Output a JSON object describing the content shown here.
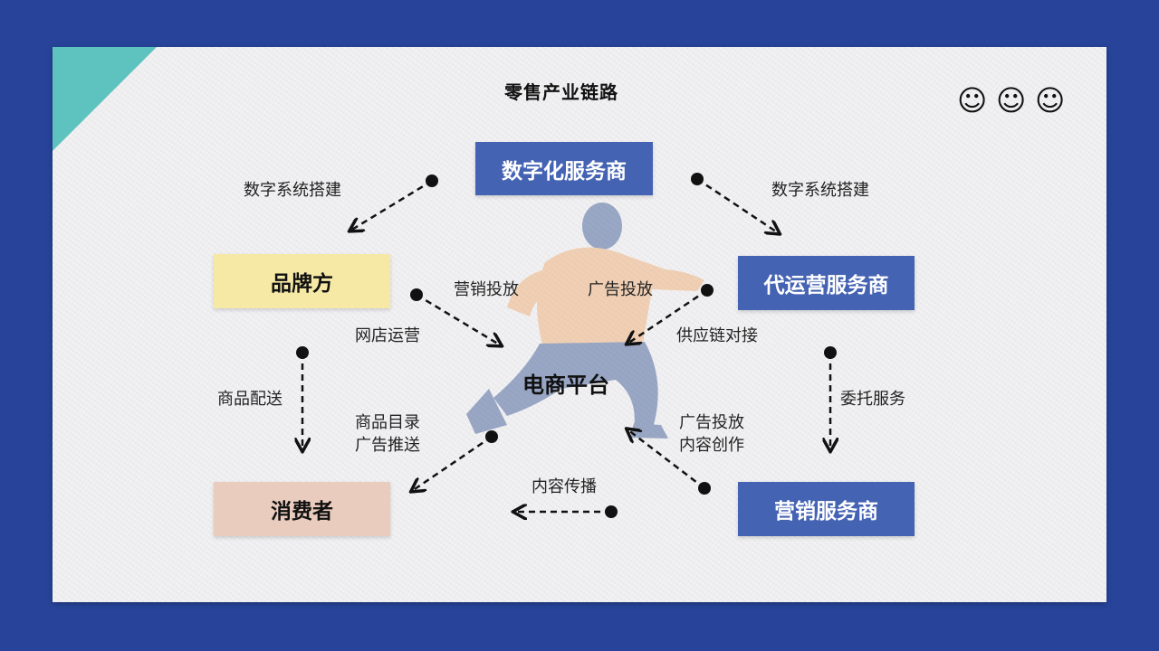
{
  "title": "零售产业链路",
  "decorations": {
    "smiley_icon": "☺",
    "count": 3
  },
  "colors": {
    "background": "#27449a",
    "accent": "#5ec3bf",
    "box_blue": "#4563b3",
    "box_yellow": "#f6e9a6",
    "box_pink": "#e9ccbe"
  },
  "nodes": {
    "digital_provider": "数字化服务商",
    "brand": "品牌方",
    "operation_provider": "代运营服务商",
    "platform": "电商平台",
    "consumer": "消费者",
    "marketing_provider": "营销服务商"
  },
  "edge_labels": {
    "digital_to_brand": "数字系统搭建",
    "digital_to_operation": "数字系统搭建",
    "brand_to_platform_marketing": "营销投放",
    "brand_to_platform_store": "网店运营",
    "operation_to_platform_ads": "广告投放",
    "operation_to_platform_supply": "供应链对接",
    "brand_to_consumer": "商品配送",
    "operation_to_marketing": "委托服务",
    "platform_to_consumer_line1": "商品目录",
    "platform_to_consumer_line2": "广告推送",
    "marketing_to_platform_line1": "广告投放",
    "marketing_to_platform_line2": "内容创作",
    "marketing_to_consumer": "内容传播"
  }
}
